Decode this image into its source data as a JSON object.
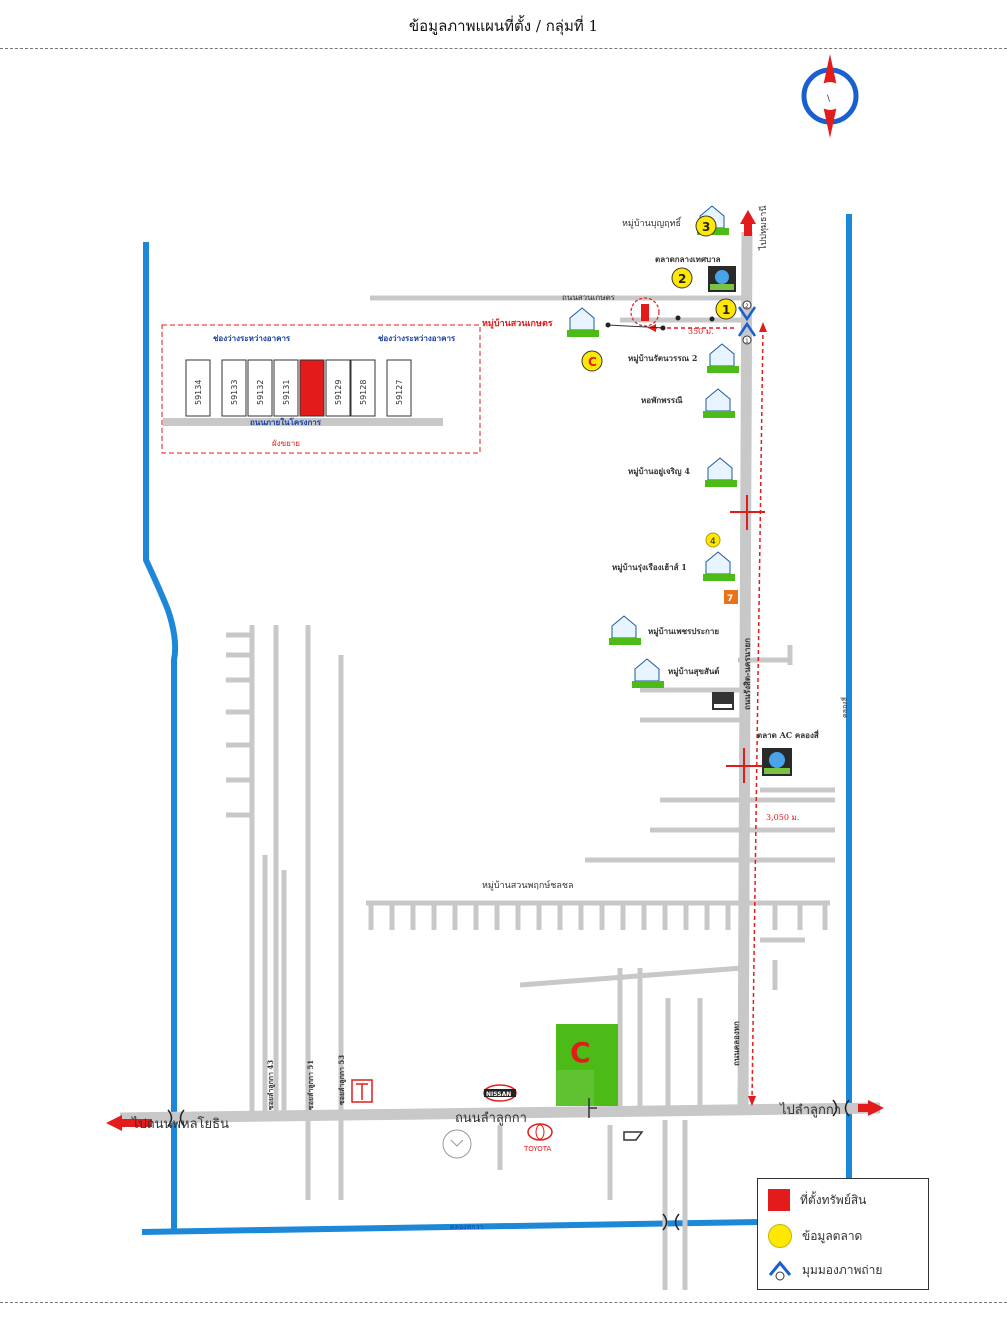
{
  "header": {
    "title": "ข้อมูลภาพแผนที่ตั้ง / กลุ่มที่ 1"
  },
  "markers": {
    "m1": "1",
    "m2": "2",
    "m3": "3",
    "m4": "4",
    "mc": "C",
    "view1": "1",
    "view2": "2"
  },
  "labels": {
    "to_pathum_thani": "ไปปทุมธานี",
    "suan_kaset_road": "ถนนสวนเกษตร",
    "village_suan_kaset": "หมู่บ้านสวนเกษตร",
    "village_bunyarit": "หมู่บ้านบุญฤทธิ์",
    "market_central": "ตลาดกลางเทศบาล",
    "village_rat_charoen_2": "หมู่บ้านรัตนวรรณ 2",
    "hotel": "หอพักพรรณี",
    "village_charoen_4": "หมู่บ้านอยู่เจริญ 4",
    "village_rung_rueang_1": "หมู่บ้านรุ่งเรืองเฮ้าส์ 1",
    "village_phet_prakai": "หมู่บ้านเพชรประกาย",
    "village_suksan": "หมู่บ้านสุขสันต์",
    "market_ac": "ตลาด AC คลองสี่",
    "distance_3050": "3,050 ม.",
    "distance_350": "350 ม.",
    "village_suan_phlu": "หมู่บ้านสวนพฤกษ์ชลชล",
    "road_prachathipat": "ถนนรังสิต-นครนายก",
    "road_sukhaphiban": "ถนนคลองหก",
    "soi_43": "ซอยลำลูกกา 43",
    "soi_51": "ซอยลำลูกกา 51",
    "soi_53": "ซอยลำลูกกา 53",
    "road_lamlukka": "ถนนลำลูกกา",
    "to_phahonyothin": "ไปถนนพหลโยธิน",
    "to_lamlukka": "ไปลำลูกกา",
    "canal_bottom": "คลองหกวา",
    "canal_right": "คลองสี่",
    "nissan": "NISSAN",
    "toyota": "TOYOTA",
    "inset_alley_left": "ช่องว่างระหว่างอาคาร",
    "inset_alley_right": "ช่องว่างระหว่างอาคาร",
    "inset_road": "ถนนภายในโครงการ",
    "inset_caption": "ผังขยาย"
  },
  "plots": [
    "59134",
    "59133",
    "59132",
    "59131",
    "",
    "59129",
    "59128",
    "59127"
  ],
  "legend": {
    "property": "ที่ตั้งทรัพย์สิน",
    "market_data": "ข้อมูลตลาด",
    "view_angle": "มุมมองภาพถ่าย"
  },
  "colors": {
    "road": "#c8c8c8",
    "water": "#1e88d8",
    "highlight": "#e31b1b",
    "marker": "#ffe800",
    "marker_stroke": "#333333",
    "red_text": "#e31b1b",
    "blue_text": "#1a3fa0",
    "green": "#4cbb17",
    "view_blue": "#1a5fd0"
  }
}
